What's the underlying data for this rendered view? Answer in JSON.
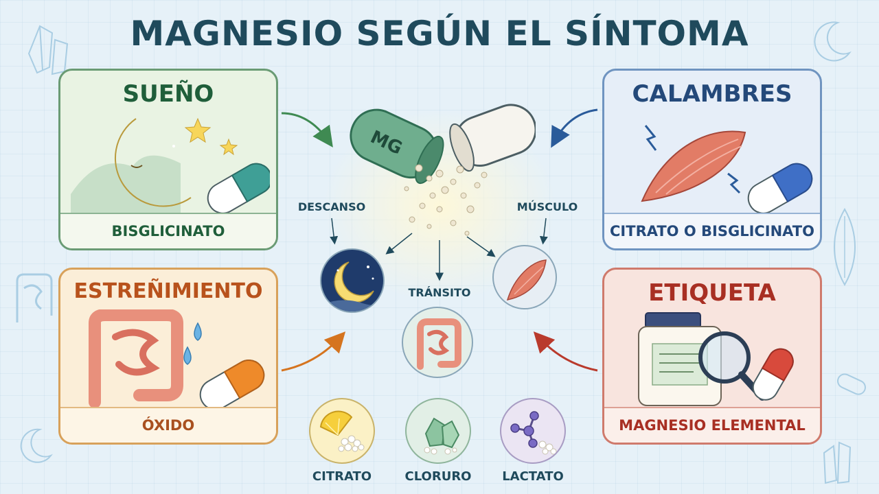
{
  "title": "MAGNESIO SEGÚN EL SÍNTOMA",
  "capsule_text": "MG",
  "cards": {
    "sleep": {
      "title": "SUEÑO",
      "form": "BISGLICINATO",
      "color": "#6a9b74"
    },
    "cramps": {
      "title": "CALAMBRES",
      "form": "CITRATO O BISGLICINATO",
      "color": "#6f94c0"
    },
    "constipation": {
      "title": "ESTREÑIMIENTO",
      "form": "ÓXIDO",
      "color": "#d8a15a"
    },
    "label": {
      "title": "ETIQUETA",
      "form": "MAGNESIO ELEMENTAL",
      "color": "#cf7a6c"
    }
  },
  "effects": {
    "rest": "DESCANSO",
    "muscle": "MÚSCULO",
    "transit": "TRÁNSITO"
  },
  "forms": [
    {
      "label": "CITRATO",
      "icon": "lemon-icon"
    },
    {
      "label": "CLORURO",
      "icon": "crystal-icon"
    },
    {
      "label": "LACTATO",
      "icon": "molecule-icon"
    }
  ]
}
